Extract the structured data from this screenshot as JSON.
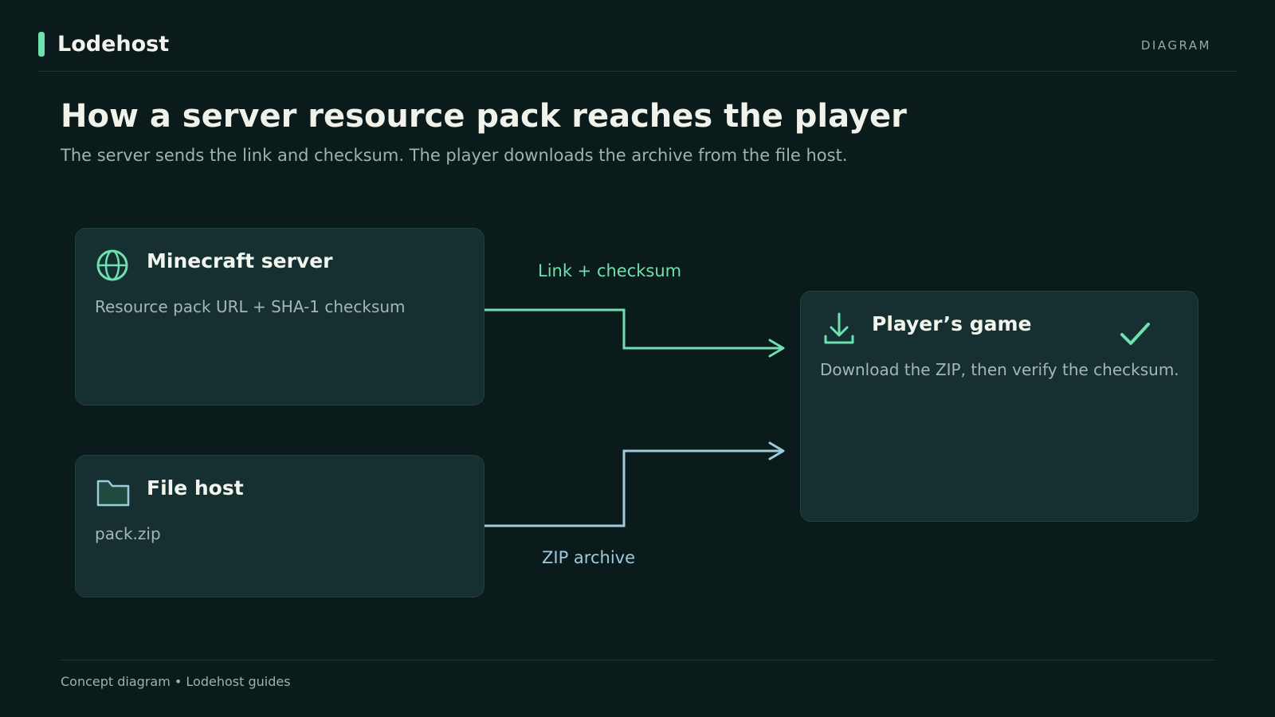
{
  "header": {
    "brand": "Lodehost",
    "tag": "DIAGRAM"
  },
  "title": "How a server resource pack reaches the player",
  "subtitle": "The server sends the link and checksum. The player downloads the archive from the file host.",
  "nodes": {
    "server": {
      "title": "Minecraft server",
      "description": "Resource pack URL + SHA-1 checksum",
      "icon": "globe-icon"
    },
    "file_host": {
      "title": "File host",
      "description": "pack.zip",
      "icon": "folder-icon"
    },
    "game": {
      "title": "Player’s game",
      "description": "Download the ZIP, then verify the checksum.",
      "icon": "download-icon",
      "status_icon": "checkmark-icon"
    }
  },
  "edges": {
    "server_to_game": "Link + checksum",
    "host_to_game": "ZIP archive"
  },
  "colors": {
    "background": "#0b1b1b",
    "accent_green": "#6fe0b0",
    "accent_blue": "#9ecbdc",
    "card": "#163032"
  },
  "footer": "Concept diagram • Lodehost guides"
}
